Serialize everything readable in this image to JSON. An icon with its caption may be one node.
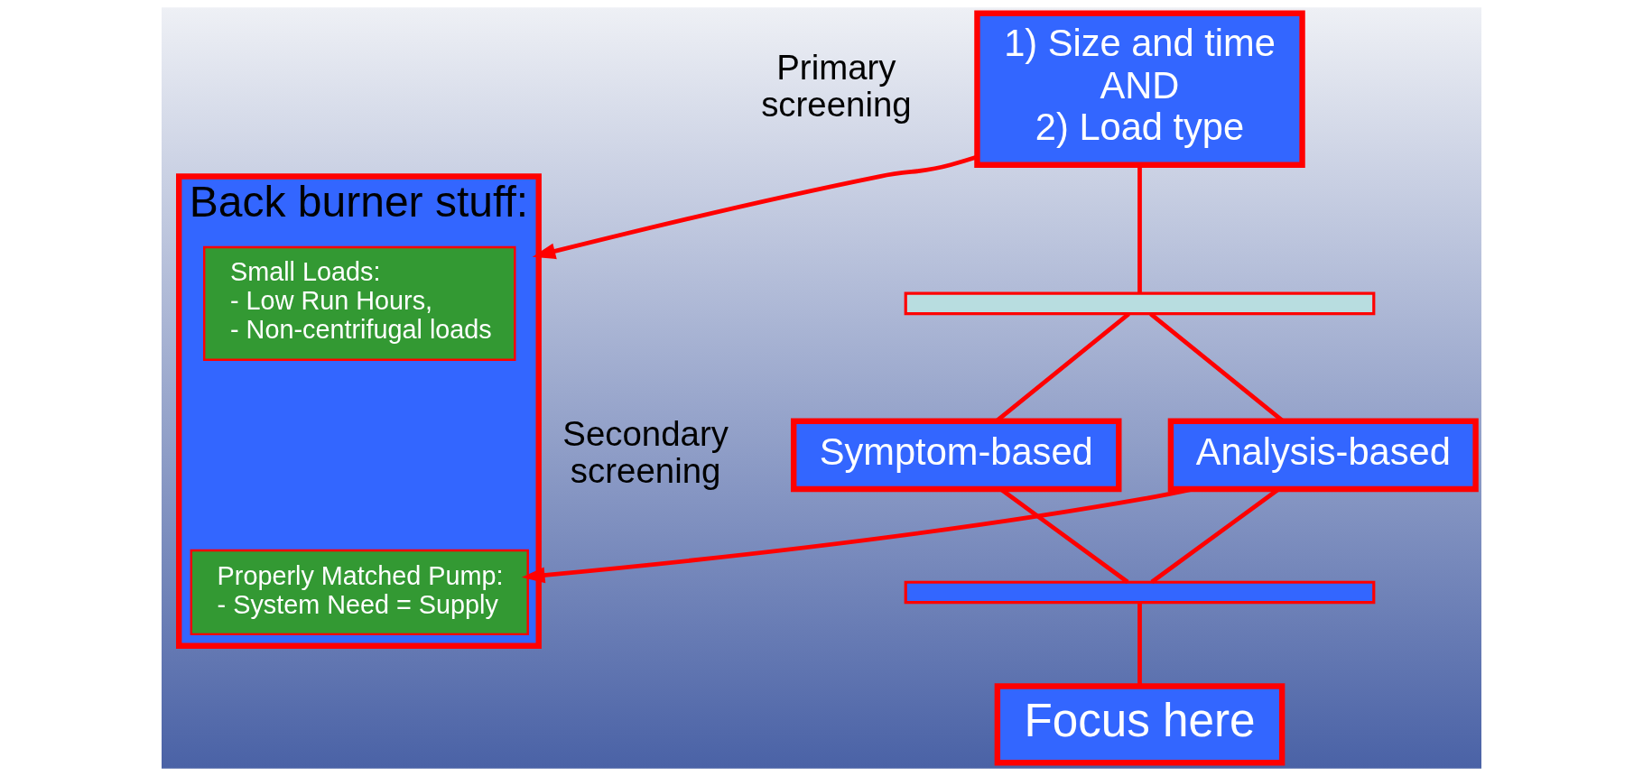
{
  "diagram": {
    "nodes": [
      {
        "text": [
          "1) Size and time",
          "AND",
          "2) Load type"
        ]
      },
      {
        "text": [],
        "shape": "bar"
      },
      {
        "text": [
          "Symptom-based"
        ]
      },
      {
        "text": [
          "Analysis-based"
        ]
      },
      {
        "text": [],
        "shape": "bar"
      },
      {
        "text": [
          "Focus here"
        ]
      },
      {
        "text": [
          "Back burner stuff:"
        ]
      },
      {
        "text": [
          "Small Loads: - Low Run Hours, - Non-centrifugal loads"
        ],
        "in": 6
      },
      {
        "text": [
          "Properly Matched Pump: - System Need = Supply"
        ],
        "in": 6
      }
    ],
    "edges": [
      {
        "from": 0,
        "to": 1,
        "arrow": "none"
      },
      {
        "from": 0,
        "to": 6,
        "arrow": "to"
      },
      {
        "from": 1,
        "to": 2,
        "arrow": "none"
      },
      {
        "from": 1,
        "to": 3,
        "arrow": "none"
      },
      {
        "from": 2,
        "to": 4,
        "arrow": "none"
      },
      {
        "from": 3,
        "to": 4,
        "arrow": "none"
      },
      {
        "from": 3,
        "to": 8,
        "arrow": "to"
      },
      {
        "from": 4,
        "to": 5,
        "arrow": "none"
      }
    ],
    "labels": [
      "Primary screening",
      "Secondary screening"
    ]
  }
}
